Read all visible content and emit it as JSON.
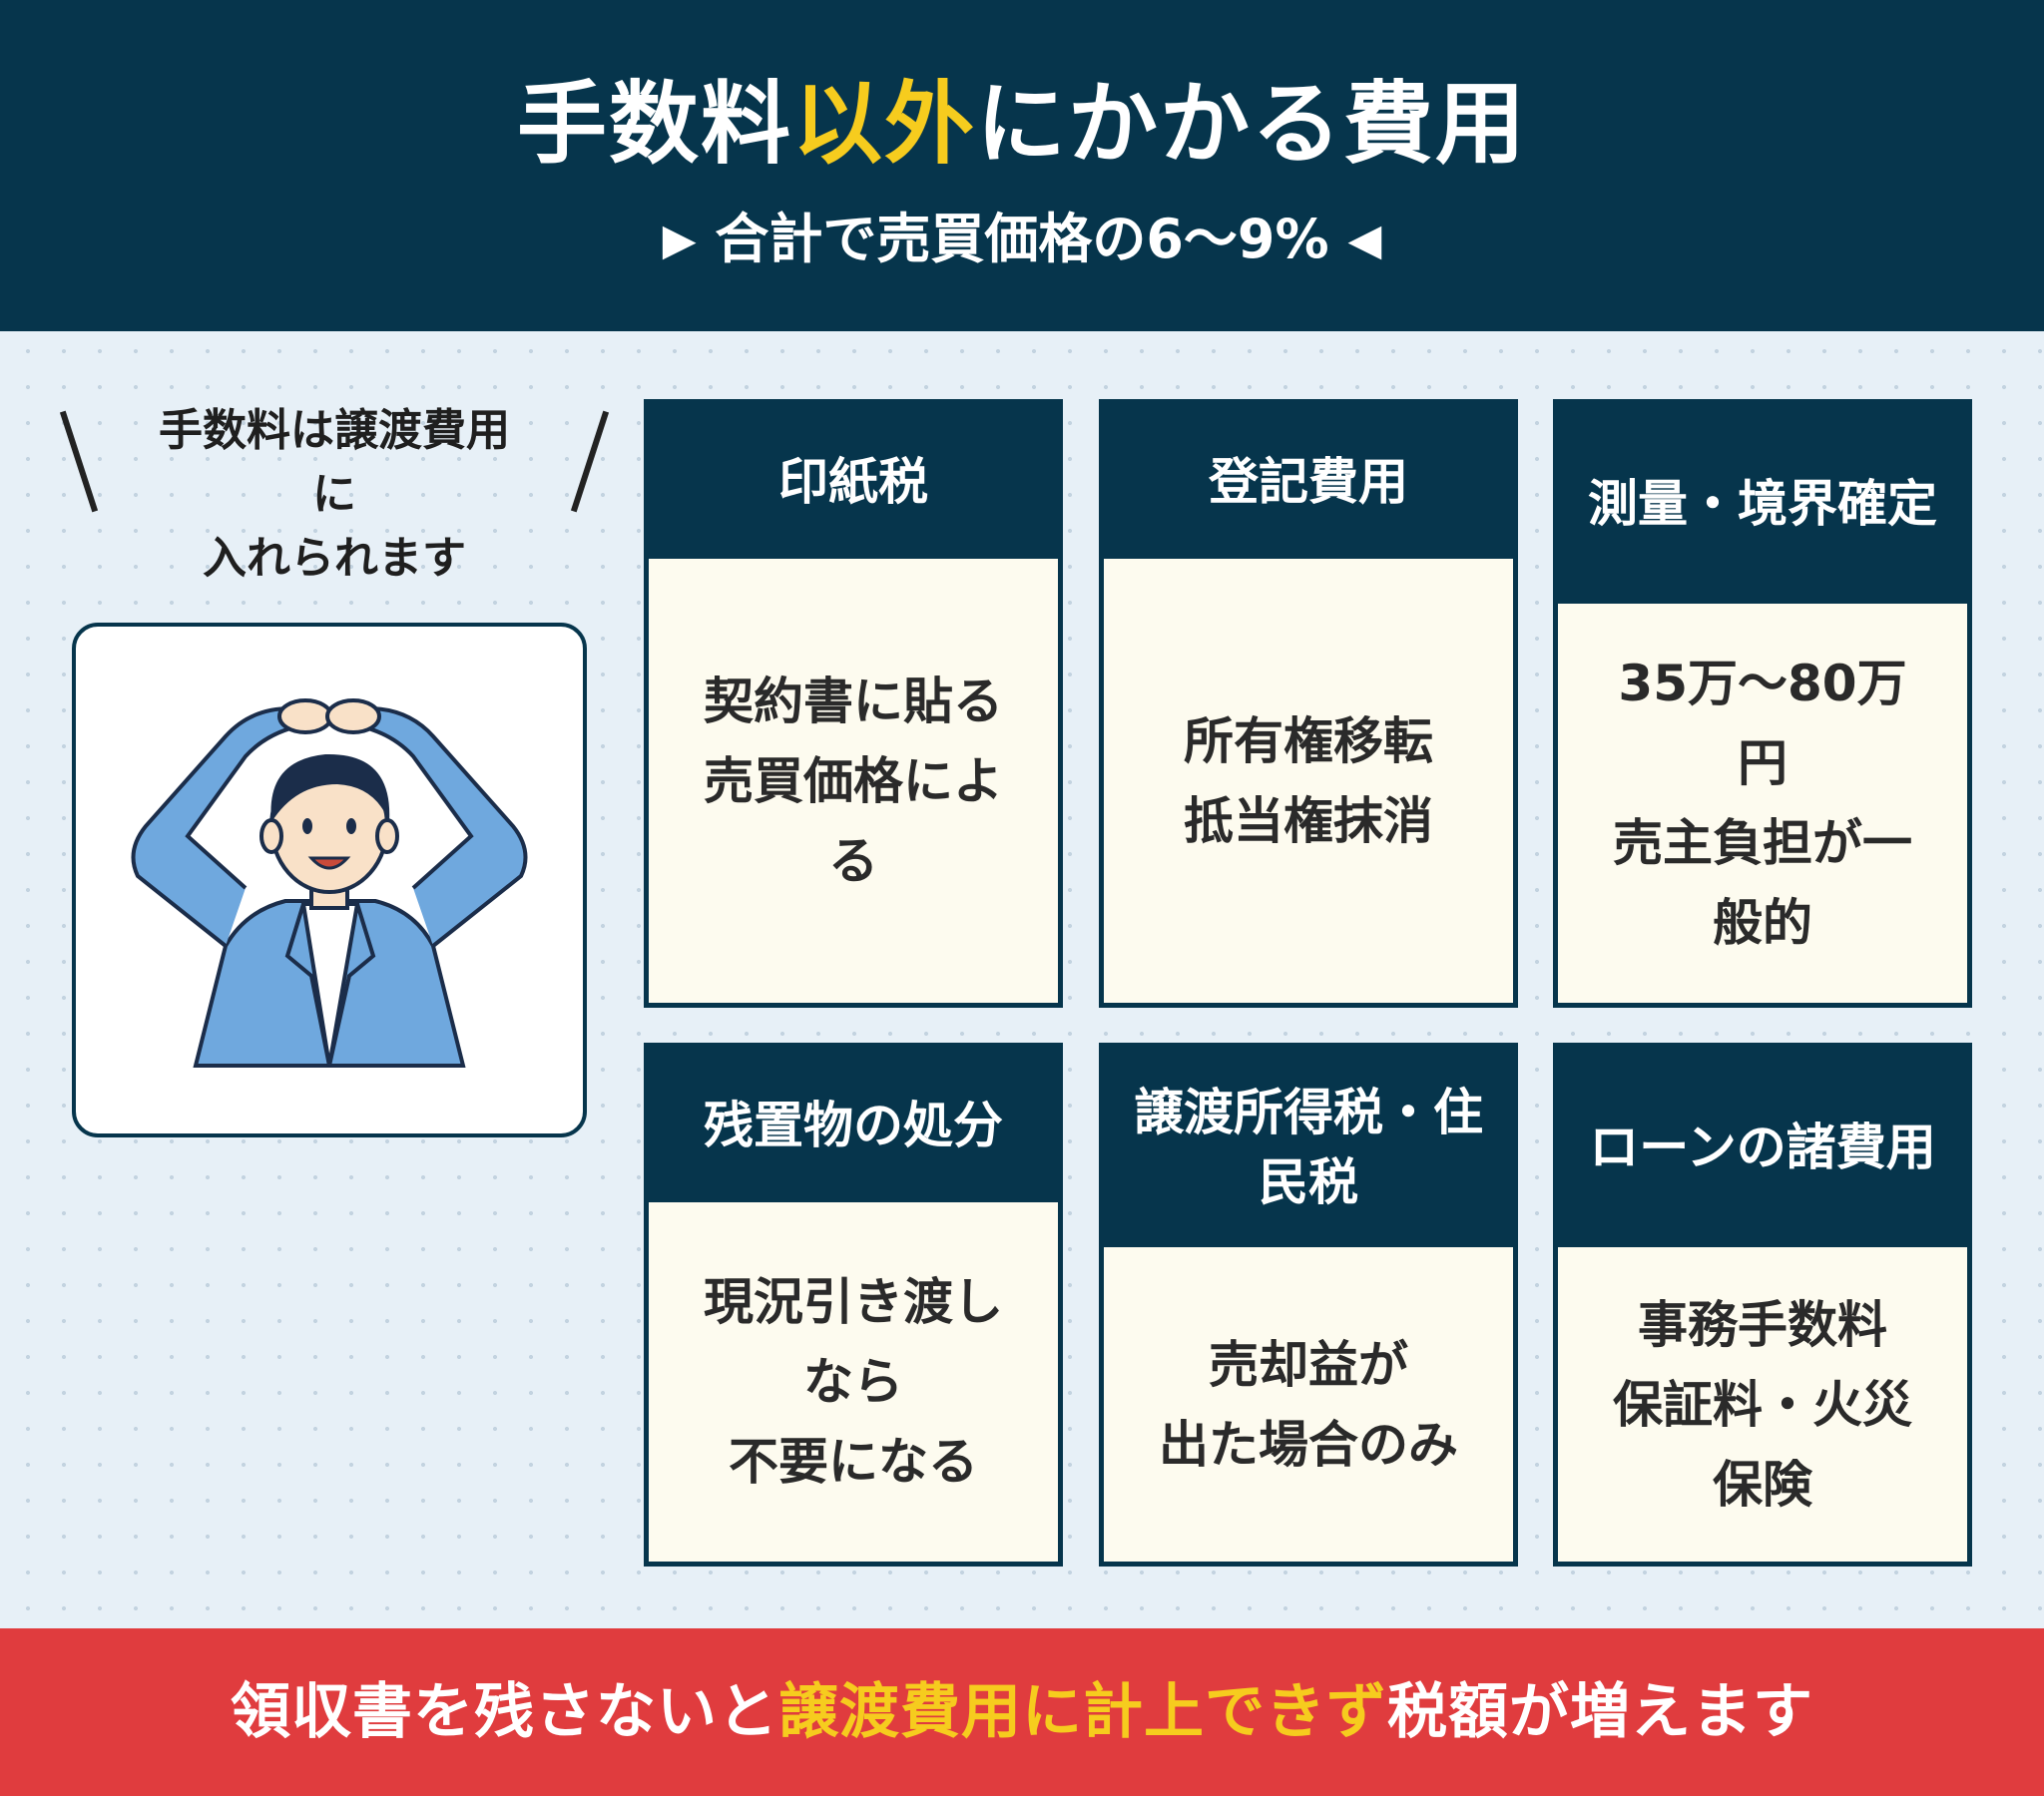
{
  "header": {
    "title_part1": "手数料",
    "title_highlight": "以外",
    "title_part2": "にかかる費用",
    "subtitle_left_marker": "▶",
    "subtitle": "合計で売買価格の6〜9%",
    "subtitle_right_marker": "◀"
  },
  "side_note": {
    "lines": [
      "手数料は譲渡費用",
      "に",
      "入れられます"
    ]
  },
  "illustration": {
    "icon": "businessman-arms-circle-icon"
  },
  "cards": [
    {
      "title": "印紙税",
      "body": [
        "契約書に貼る",
        "売買価格によ",
        "る"
      ]
    },
    {
      "title": "登記費用",
      "body": [
        "所有権移転",
        "抵当権抹消"
      ]
    },
    {
      "title": "測量・境界確定",
      "body": [
        "35万〜80万",
        "円",
        "売主負担が一",
        "般的"
      ]
    },
    {
      "title": "残置物の処分",
      "body": [
        "現況引き渡し",
        "なら",
        "不要になる"
      ]
    },
    {
      "title": "譲渡所得税・住民税",
      "body": [
        "売却益が",
        "出た場合のみ"
      ]
    },
    {
      "title": "ローンの諸費用",
      "body": [
        "事務手数料",
        "保証料・火災",
        "保険"
      ]
    }
  ],
  "footer": {
    "part1": "領収書を残さないと",
    "highlight": "譲渡費用に計上できず",
    "part2": "税額が増えます"
  },
  "colors": {
    "navy": "#06354c",
    "yellow": "#f6cc1e",
    "red": "#e03c3e",
    "card_bg": "#fdfbef",
    "page_bg": "#e7f0f7"
  }
}
